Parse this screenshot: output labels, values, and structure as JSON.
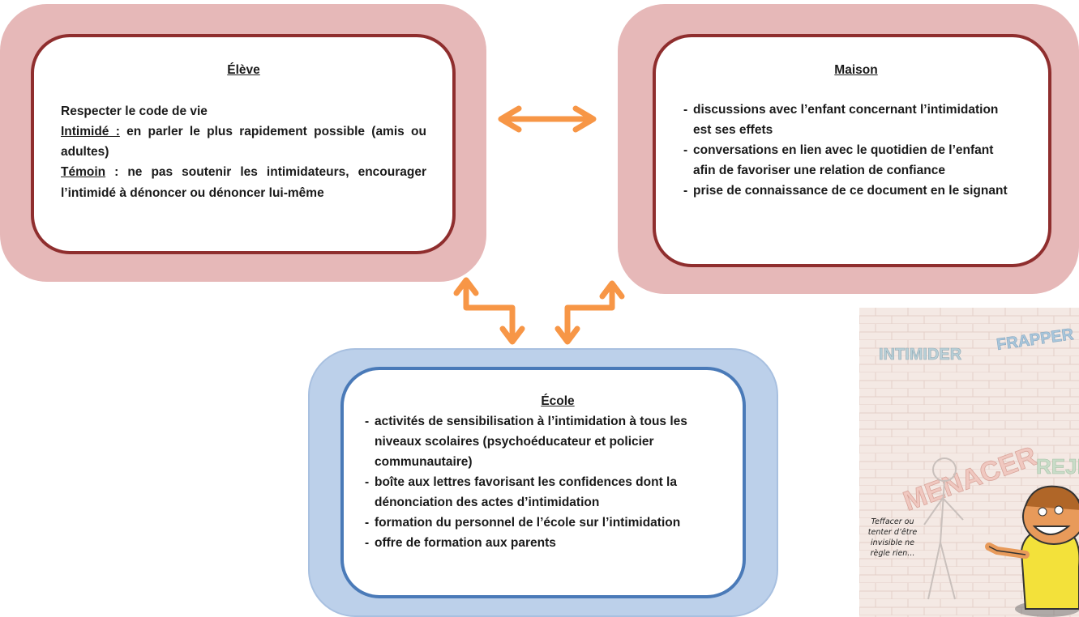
{
  "eleve": {
    "title": "Élève",
    "line1": "Respecter le code de vie",
    "intimide_label": "Intimidé",
    "intimide_sep": " :",
    "intimide_text": " en parler le plus rapidement possible (amis ou adultes)",
    "temoin_label": "Témoin",
    "temoin_sep": " :",
    "temoin_text": " ne pas soutenir les intimidateurs, encourager l’intimidé à dénoncer ou dénoncer lui-même"
  },
  "maison": {
    "title": "Maison",
    "items": [
      "discussions avec l’enfant concernant l’intimidation est ses effets",
      "conversations en lien avec le quotidien de l’enfant afin de favoriser une relation de confiance",
      "prise de connaissance de ce document en le signant"
    ]
  },
  "ecole": {
    "title": "École",
    "items": [
      "activités de sensibilisation à l’intimidation à tous les niveaux scolaires (psychoéducateur et policier communautaire)",
      "boîte aux lettres favorisant les confidences dont la dénonciation des actes d’intimidation",
      "formation du personnel de l’école sur l’intimidation",
      "offre de formation aux parents"
    ]
  },
  "poster": {
    "words": [
      "INTIMIDER",
      "FRAPPER",
      "MENACER",
      "REJE"
    ],
    "caption": "Teffacer ou tenter d’être invisible ne règle rien..."
  },
  "colors": {
    "arrow": "#f79646",
    "pink_outer": "#e6b8b8",
    "pink_border": "#8f2e2e",
    "blue_outer": "#bcd0ea",
    "blue_border": "#4a7ab8"
  }
}
